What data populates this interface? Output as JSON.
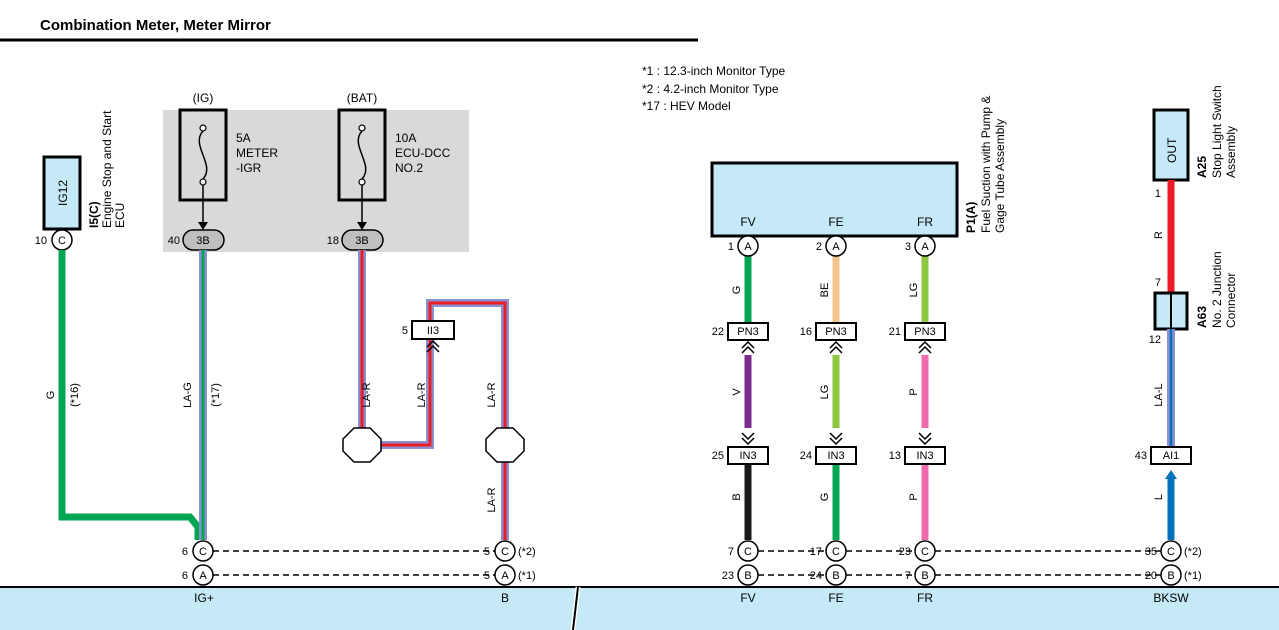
{
  "title": "Combination Meter, Meter Mirror",
  "notes": [
    "*1 : 12.3-inch Monitor Type",
    "*2 : 4.2-inch Monitor Type",
    "*17 : HEV Model"
  ],
  "colors": {
    "fuse_box_gray": "#d9d9d9",
    "component_fill": "#c5e9f7",
    "wire_green": "#00a651",
    "wire_red": "#ed1c24",
    "wire_violet": "#7b2d8e",
    "wire_black": "#1a1a1a",
    "wire_beige": "#f5c48b",
    "wire_light_green": "#8dc63f",
    "wire_pink": "#f06ab0",
    "wire_blue": "#0072bc",
    "wire_lavender": "#8b8fcf"
  },
  "ecu": {
    "label": "IG12",
    "code": "I5(C)",
    "name_line1": "Engine Stop and Start",
    "name_line2": "ECU",
    "pin": "10",
    "conn": "C"
  },
  "fuse_ig": {
    "supply": "(IG)",
    "rating": "5A",
    "name_line1": "METER",
    "name_line2": "-IGR",
    "pin": "40",
    "conn": "3B"
  },
  "fuse_bat": {
    "supply": "(BAT)",
    "rating": "10A",
    "name_line1": "ECU-DCC",
    "name_line2": "NO.2",
    "pin": "18",
    "conn": "3B"
  },
  "fuel_pump": {
    "code": "P1(A)",
    "name_line1": "Fuel Suction with Pump &",
    "name_line2": "Gage Tube Assembly",
    "terminals": [
      "FV",
      "FE",
      "FR"
    ],
    "pins": [
      "1",
      "2",
      "3"
    ],
    "conn": "A"
  },
  "stop_switch": {
    "terminal": "OUT",
    "code": "A25",
    "name_line1": "Stop Light Switch",
    "name_line2": "Assembly",
    "pin": "1"
  },
  "junction": {
    "code": "A63",
    "name_line1": "No. 2 Junction",
    "name_line2": "Connector",
    "pin_top": "7",
    "pin_bottom": "12"
  },
  "wires": {
    "g": "G",
    "g_note": "(*16)",
    "lag": "LA-G",
    "lag_note": "(*17)",
    "lar": "LA-R",
    "fv_top": "G",
    "fe_top": "BE",
    "fr_top": "LG",
    "fv_mid": "V",
    "fe_mid": "LG",
    "fr_mid": "P",
    "fv_bot": "B",
    "fe_bot": "G",
    "fr_bot": "P",
    "stop_top": "R",
    "stop_mid": "LA-L",
    "stop_bot": "L"
  },
  "inline_connectors": {
    "ii3": {
      "label": "II3",
      "pin": "5"
    },
    "pn3": {
      "label": "PN3",
      "pins": [
        "22",
        "16",
        "21"
      ]
    },
    "in3": {
      "label": "IN3",
      "pins": [
        "25",
        "24",
        "13"
      ]
    },
    "ai1": {
      "label": "AI1",
      "pin_top": "43"
    }
  },
  "meter_pins": {
    "ig_c": "6",
    "ig_a": "6",
    "b_c": "5",
    "b_a": "5",
    "fv_c": "7",
    "fv_b": "23",
    "fe_c": "17",
    "fe_b": "24",
    "fr_c": "23",
    "fr_b": "7",
    "bk_c": "35",
    "bk_b": "20",
    "conn_c": "C",
    "conn_a": "A",
    "conn_b": "B",
    "note_c": "(*2)",
    "note_a": "(*1)"
  },
  "meter_terminals": {
    "ig": "IG+",
    "b": "B",
    "fv": "FV",
    "fe": "FE",
    "fr": "FR",
    "bksw": "BKSW"
  }
}
